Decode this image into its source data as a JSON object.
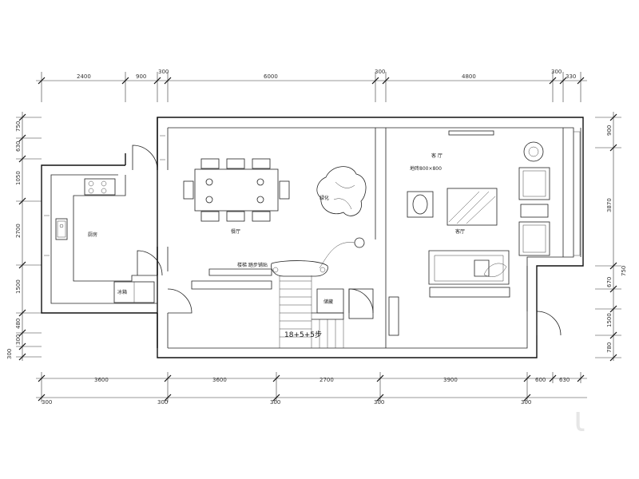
{
  "dimensions": {
    "top_row1": [
      "2400",
      "900",
      "300",
      "6000",
      "300",
      "4800",
      "300",
      "330"
    ],
    "bottom_row1": [
      "3600",
      "3600",
      "2700",
      "3900",
      "600",
      "630"
    ],
    "bottom_row2": [
      "300",
      "300",
      "300",
      "300",
      "300"
    ],
    "left_column": [
      "750",
      "630",
      "1050",
      "2700",
      "1500",
      "480",
      "300",
      "300"
    ],
    "right_column": [
      "900",
      "3870",
      "750",
      "670",
      "1500",
      "780"
    ]
  },
  "rooms": {
    "kitchen": "厨房",
    "dining": "餐厅",
    "living": "客厅",
    "living_header": "客  厅",
    "living_note": "地砖800×800",
    "plant": "绿化",
    "storage": "储藏",
    "fridge": "冰箱",
    "stair_note": "楼梯  踏步铺贴",
    "stair_count": "18+5+5步"
  }
}
